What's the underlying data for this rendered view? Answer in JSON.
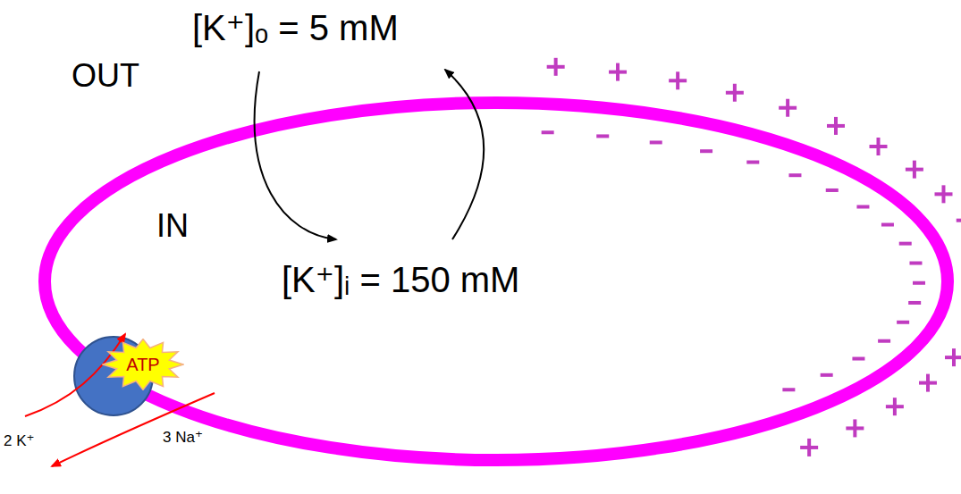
{
  "diagram": {
    "nodes": [
      {
        "text": [
          "ATP"
        ]
      }
    ],
    "labels": [
      "[K⁺]ₒ = 5 mM",
      "OUT",
      "IN",
      "[K⁺]ᵢ = 150 mM",
      "2 K⁺",
      "3 Na⁺"
    ]
  }
}
